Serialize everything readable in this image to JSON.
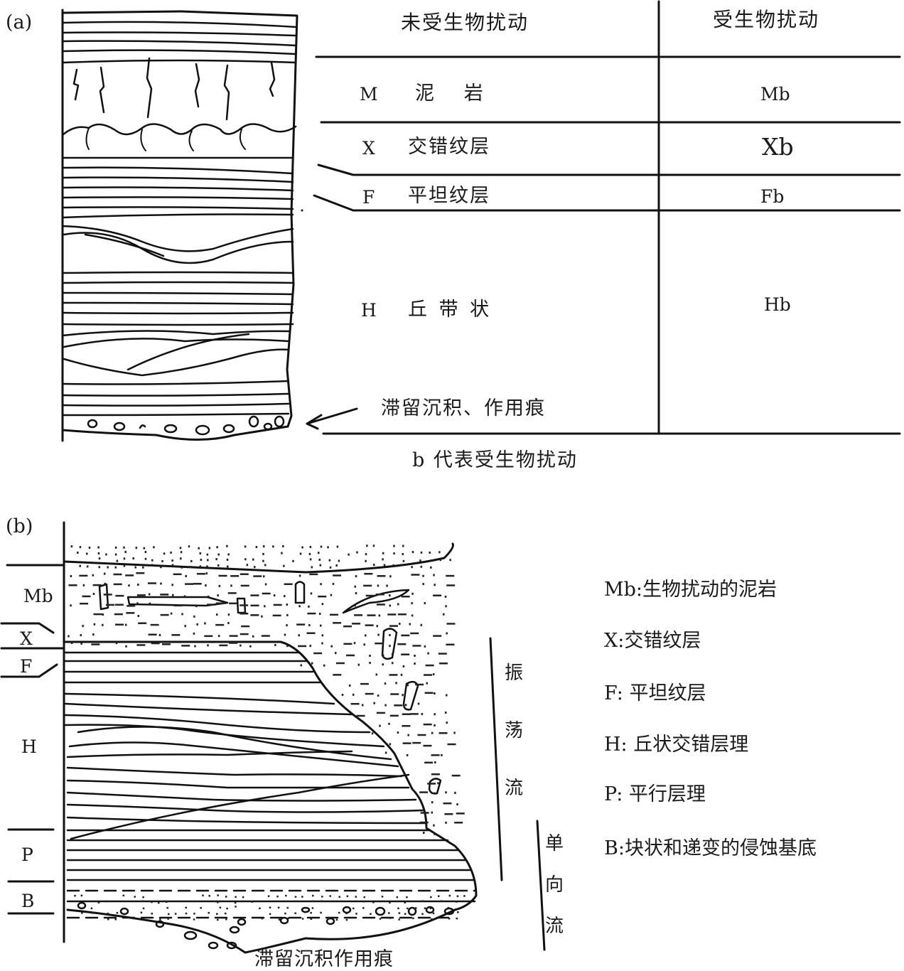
{
  "panel_a": {
    "label": "(a)",
    "header_undisturbed": "未受生物扰动",
    "header_disturbed": "受生物扰动",
    "rows": [
      {
        "code": "M",
        "name": "泥   岩",
        "bio": "Mb"
      },
      {
        "code": "X",
        "name": "交错纹层",
        "bio": "Xb"
      },
      {
        "code": "F",
        "name": "平坦纹层",
        "bio": "Fb"
      },
      {
        "code": "H",
        "name": "丘 带 状",
        "bio": "Hb"
      }
    ],
    "arrow_label": "滞留沉积、作用痕",
    "footnote": "b 代表受生物扰动"
  },
  "panel_b": {
    "label": "(b)",
    "side_labels": [
      "Mb",
      "X",
      "F",
      "H",
      "P",
      "B"
    ],
    "flow_oscillatory": [
      "振",
      "荡",
      "流"
    ],
    "flow_unidirectional": [
      "单",
      "向",
      "流"
    ],
    "bottom_label": "滞留沉积作用痕",
    "legend": [
      "Mb:生物扰动的泥岩",
      "X:交错纹层",
      "F: 平坦纹层",
      "H: 丘状交错层理",
      "P: 平行层理",
      "B:块状和递变的侵蚀基底"
    ]
  }
}
